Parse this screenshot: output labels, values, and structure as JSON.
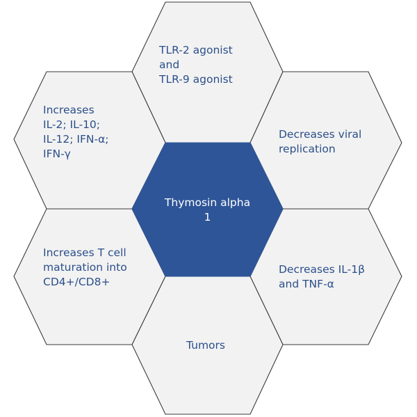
{
  "center": {
    "lines": [
      "Thymosin alpha",
      "1"
    ]
  },
  "hexagons": {
    "top": {
      "lines": [
        "TLR-2 agonist",
        "and",
        "TLR-9 agonist"
      ]
    },
    "upper_left": {
      "lines": [
        "Increases",
        "IL-2; IL-10;",
        "IL-12; IFN-α;",
        "IFN-γ"
      ]
    },
    "upper_right": {
      "lines": [
        "Decreases viral",
        "replication"
      ]
    },
    "lower_left": {
      "lines": [
        "Increases T cell",
        "maturation into",
        "CD4+/CD8+"
      ]
    },
    "lower_right": {
      "lines": [
        "Decreases IL-1β",
        "and TNF-α"
      ]
    },
    "bottom": {
      "lines": [
        "Tumors"
      ]
    }
  },
  "colors": {
    "center_fill": "#2e5597",
    "outer_fill": "#f2f2f2",
    "outline": "#3a3a3a",
    "text": "#2b4f8a"
  }
}
